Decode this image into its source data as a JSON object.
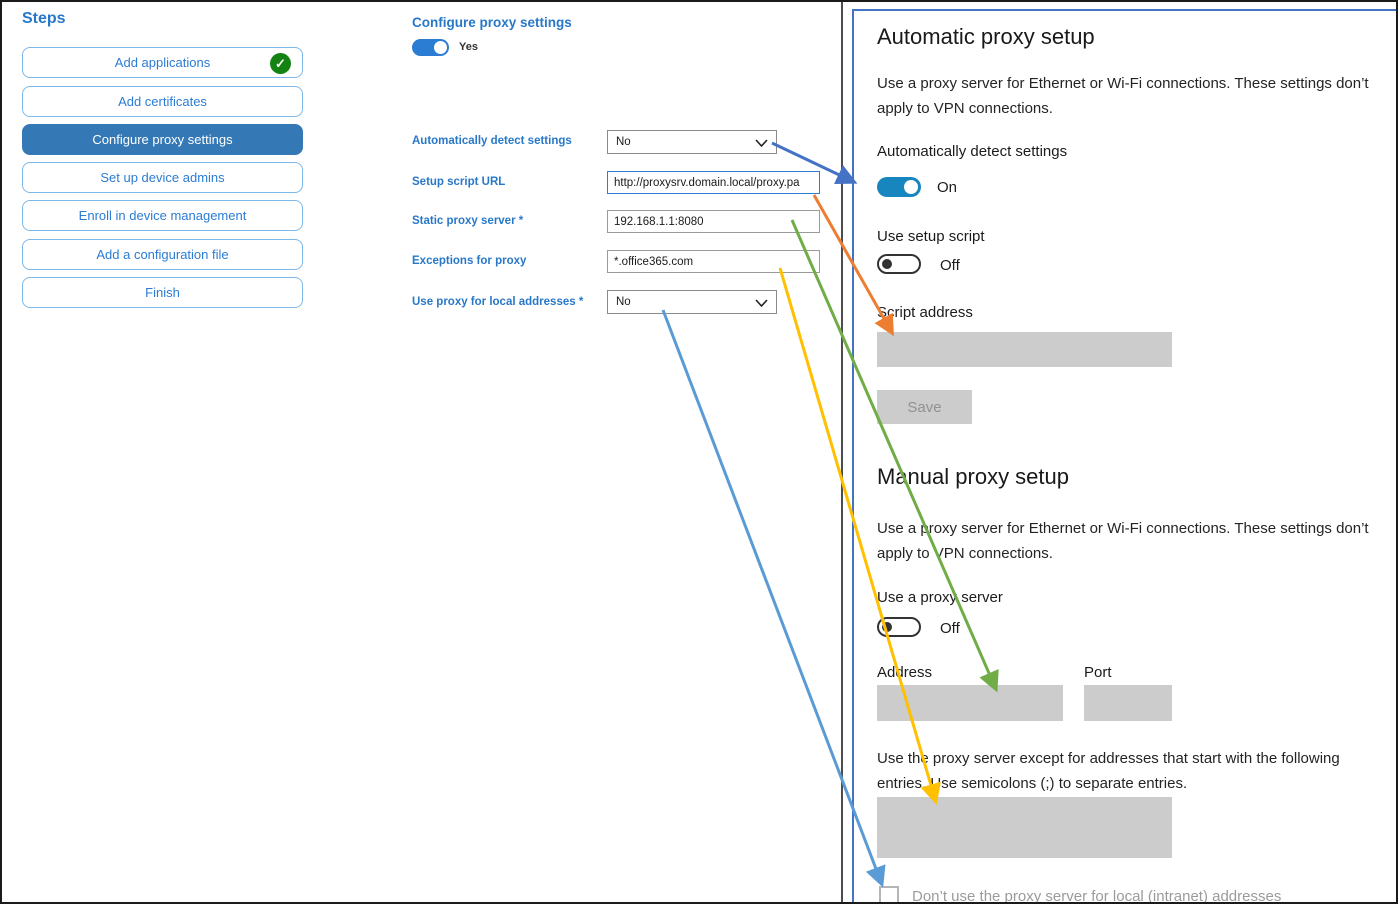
{
  "sidebar": {
    "title": "Steps",
    "steps": [
      {
        "label": "Add applications",
        "status": "completed"
      },
      {
        "label": "Add certificates",
        "status": "pending"
      },
      {
        "label": "Configure proxy settings",
        "status": "selected"
      },
      {
        "label": "Set up device admins",
        "status": "pending"
      },
      {
        "label": "Enroll in device management",
        "status": "pending"
      },
      {
        "label": "Add a configuration file",
        "status": "pending"
      },
      {
        "label": "Finish",
        "status": "pending"
      }
    ],
    "completed_check": "✓"
  },
  "form": {
    "title": "Configure proxy settings",
    "enabled_toggle": {
      "label": "Yes",
      "state": "on"
    },
    "fields": [
      {
        "label": "Automatically detect settings",
        "type": "select",
        "value": "No"
      },
      {
        "label": "Setup script URL",
        "type": "text",
        "value": "http://proxysrv.domain.local/proxy.pa"
      },
      {
        "label": "Static proxy server *",
        "type": "text",
        "value": "192.168.1.1:8080"
      },
      {
        "label": "Exceptions for proxy",
        "type": "text",
        "value": "*.office365.com"
      },
      {
        "label": "Use proxy for local addresses *",
        "type": "select",
        "value": "No"
      }
    ]
  },
  "windows_settings": {
    "automatic": {
      "title": "Automatic proxy setup",
      "description": "Use a proxy server for Ethernet or Wi-Fi connections. These settings don’t apply to VPN connections.",
      "detect_label": "Automatically detect settings",
      "detect_state": "On",
      "script_toggle_label": "Use setup script",
      "script_toggle_state": "Off",
      "script_address_label": "Script address",
      "save_label": "Save"
    },
    "manual": {
      "title": "Manual proxy setup",
      "description": "Use a proxy server for Ethernet or Wi-Fi connections. These settings don’t apply to VPN connections.",
      "proxy_toggle_label": "Use a proxy server",
      "proxy_toggle_state": "Off",
      "address_label": "Address",
      "port_label": "Port",
      "exceptions_description": "Use the proxy server except for addresses that start with the following entries. Use semicolons (;) to separate entries.",
      "local_checkbox_label": "Don’t use the proxy server for local (intranet) addresses"
    }
  },
  "arrows": [
    {
      "name": "detect-settings-link",
      "color": "#4472c4"
    },
    {
      "name": "setup-script-link",
      "color": "#ed7d31"
    },
    {
      "name": "static-proxy-link",
      "color": "#70ad47"
    },
    {
      "name": "exceptions-link",
      "color": "#ffc000"
    },
    {
      "name": "local-addresses-link",
      "color": "#5b9bd5"
    }
  ],
  "colors": {
    "accent_blue": "#2b7cd3",
    "selected_step": "#3478b6",
    "panel_border": "#4472c4",
    "completed_green": "#148314",
    "toggle_on": "#1786bf"
  }
}
